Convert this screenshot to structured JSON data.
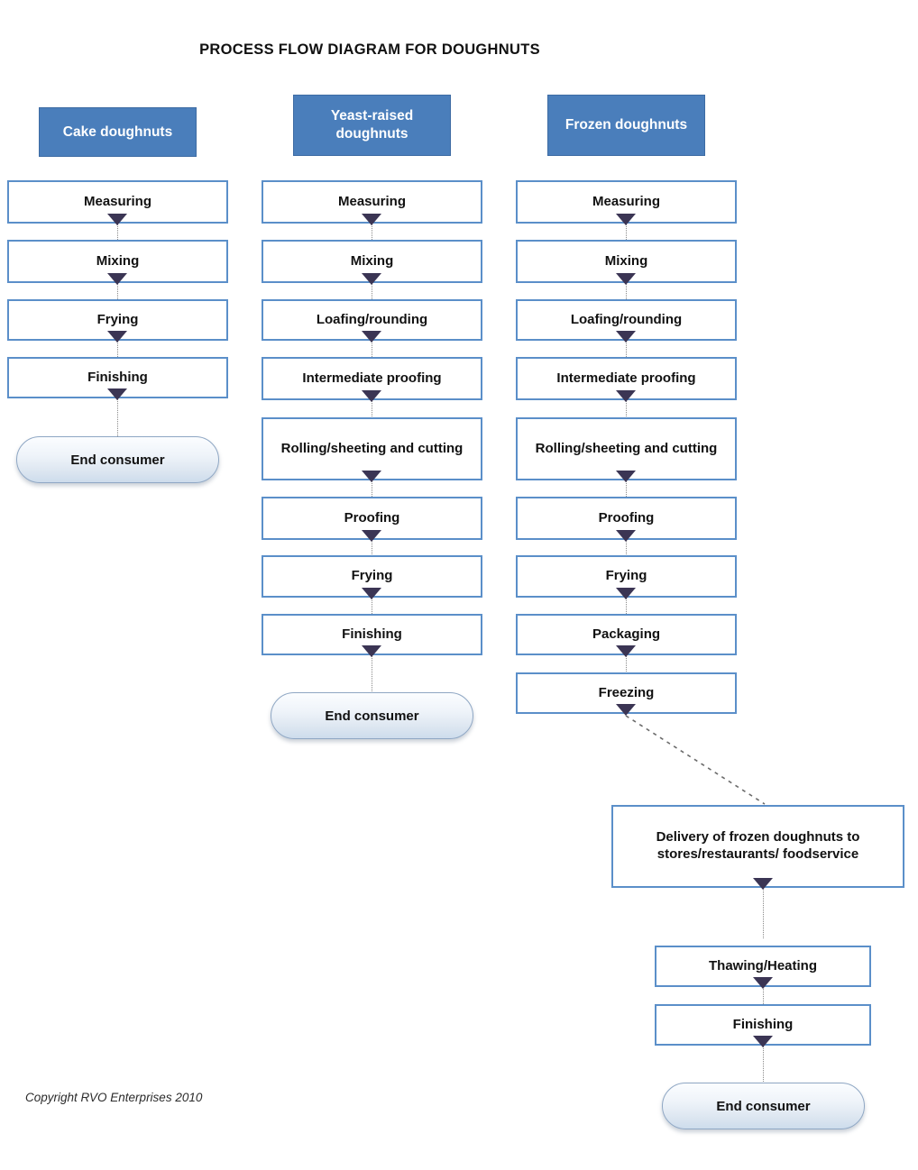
{
  "diagram": {
    "title": "PROCESS FLOW DIAGRAM FOR DOUGHNUTS",
    "copyright": "Copyright RVO Enterprises 2010",
    "colors": {
      "header_fill": "#4a7ebb",
      "header_text": "#ffffff",
      "box_border": "#5b8fc9",
      "box_fill": "#ffffff",
      "arrow": "#3b3554",
      "connector": "#8a8a8a",
      "pill_fill": "#e3ecf6",
      "text": "#111111"
    }
  },
  "columns": [
    {
      "id": "cake",
      "header": "Cake doughnuts",
      "steps": [
        {
          "label": "Measuring"
        },
        {
          "label": "Mixing"
        },
        {
          "label": "Frying"
        },
        {
          "label": "Finishing"
        }
      ],
      "terminator": "End consumer"
    },
    {
      "id": "yeast-raised",
      "header": "Yeast-raised doughnuts",
      "steps": [
        {
          "label": "Measuring"
        },
        {
          "label": "Mixing"
        },
        {
          "label": "Loafing/rounding"
        },
        {
          "label": "Intermediate proofing"
        },
        {
          "label": "Rolling/sheeting and cutting"
        },
        {
          "label": "Proofing"
        },
        {
          "label": "Frying"
        },
        {
          "label": "Finishing"
        }
      ],
      "terminator": "End consumer"
    },
    {
      "id": "frozen",
      "header": "Frozen doughnuts",
      "steps": [
        {
          "label": "Measuring"
        },
        {
          "label": "Mixing"
        },
        {
          "label": "Loafing/rounding"
        },
        {
          "label": "Intermediate proofing"
        },
        {
          "label": "Rolling/sheeting and cutting"
        },
        {
          "label": "Proofing"
        },
        {
          "label": "Frying"
        },
        {
          "label": "Packaging"
        },
        {
          "label": "Freezing"
        }
      ],
      "terminator": null
    }
  ],
  "frozen_branch": {
    "delivery": "Delivery of frozen doughnuts to stores/restaurants/ foodservice",
    "steps": [
      {
        "label": "Thawing/Heating"
      },
      {
        "label": "Finishing"
      }
    ],
    "terminator": "End consumer"
  }
}
